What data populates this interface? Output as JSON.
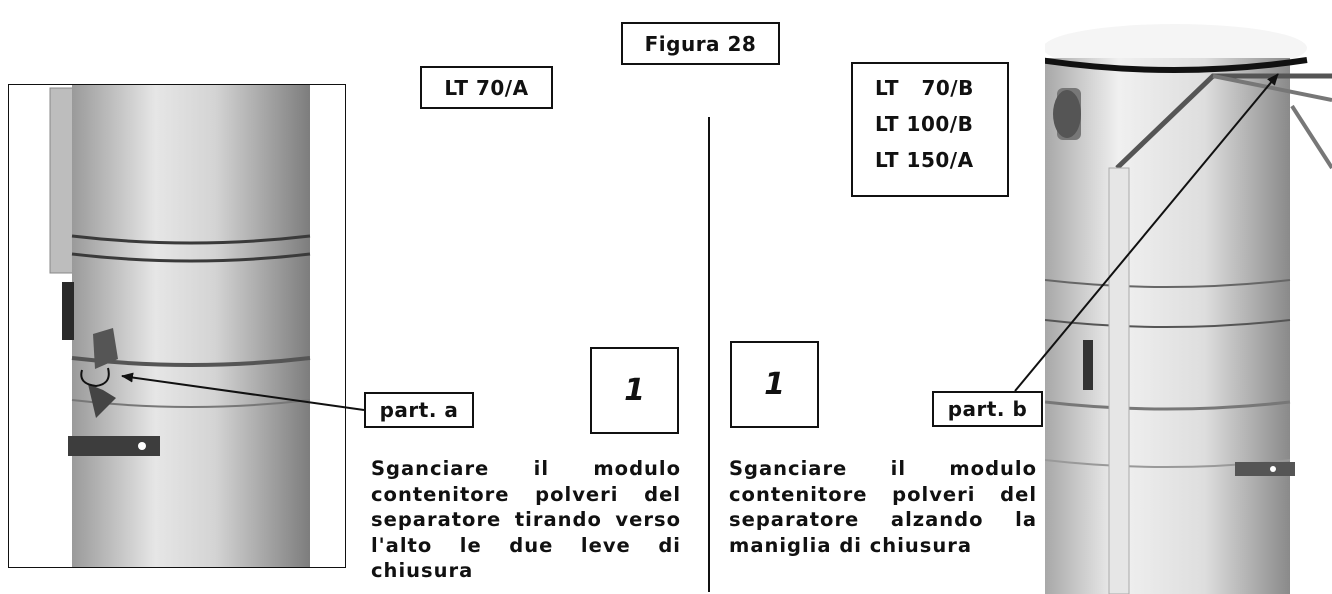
{
  "figure_label": "Figura 28",
  "model_left": "LT 70/A",
  "models_right": [
    "LT   70/B",
    "LT 100/B",
    "LT 150/A"
  ],
  "step_left": "1",
  "step_right": "1",
  "part_a": "part. a",
  "part_b": "part. b",
  "instruction_left": "Sganciare il modulo contenitore polveri del separatore tirando verso l'alto le due leve di chiusura",
  "instruction_right": "Sganciare il modulo contenitore polveri del separatore alzando la maniglia di chiusura"
}
